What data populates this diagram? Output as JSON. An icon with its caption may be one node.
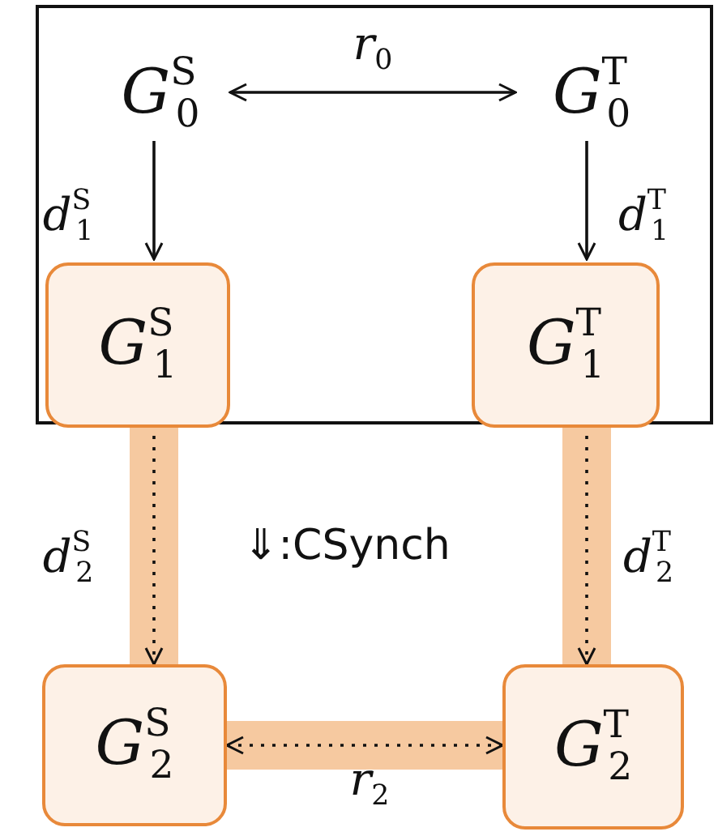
{
  "diagram": {
    "nodes": [
      {
        "text": [],
        "shape": "box"
      },
      {
        "text": [
          "*G*$^{S}$$_{0}$"
        ],
        "in": 0
      },
      {
        "text": [
          "*G*$^{T}$$_{0}$"
        ],
        "in": 0
      },
      {
        "text": [
          "*G*$^{S}$$_{1}$"
        ],
        "in": 0
      },
      {
        "text": [
          "*G*$^{T}$$_{1}$"
        ],
        "in": 0
      },
      {
        "text": [
          "*G*$^{S}$$_{2}$"
        ]
      },
      {
        "text": [
          "*G*$^{T}$$_{2}$"
        ]
      }
    ],
    "edges": [
      {
        "from": 1,
        "to": 2,
        "arrow": "both",
        "label": "*r*$_{0}$"
      },
      {
        "from": 1,
        "to": 3,
        "arrow": "to",
        "label": "*d*$^{S}$$_{1}$"
      },
      {
        "from": 2,
        "to": 4,
        "arrow": "to",
        "label": "*d*$^{T}$$_{1}$"
      },
      {
        "from": 3,
        "to": 5,
        "arrow": "to",
        "label": "*d*$^{S}$$_{2}$",
        "style": "dashed"
      },
      {
        "from": 4,
        "to": 6,
        "arrow": "to",
        "label": "*d*$^{T}$$_{2}$",
        "style": "dashed"
      },
      {
        "from": 5,
        "to": 6,
        "arrow": "both",
        "label": "*r*$_{2}$",
        "style": "dashed"
      }
    ],
    "labels": [
      "⇓:CSynch"
    ]
  }
}
